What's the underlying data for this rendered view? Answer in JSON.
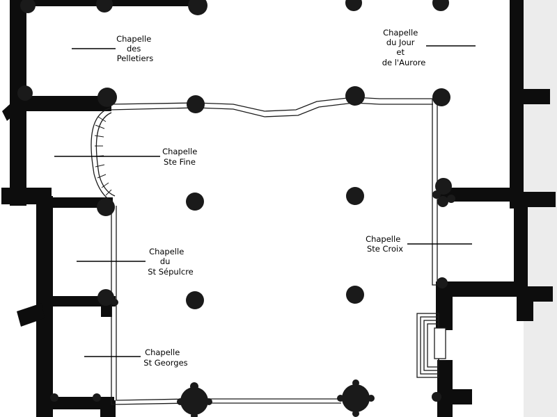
{
  "chapels": [
    {
      "id": "pelletiers",
      "lines": [
        "Chapelle",
        "des",
        "Pelletiers"
      ]
    },
    {
      "id": "jour-aurore",
      "lines": [
        "Chapelle",
        "du Jour",
        "et",
        "de l'Aurore"
      ]
    },
    {
      "id": "ste-fine",
      "lines": [
        "Chapelle",
        "Ste Fine"
      ]
    },
    {
      "id": "st-sepulcre",
      "lines": [
        "Chapelle",
        "du",
        "St Sépulcre"
      ]
    },
    {
      "id": "ste-croix",
      "lines": [
        "Chapelle",
        "Ste Croix"
      ]
    },
    {
      "id": "st-georges",
      "lines": [
        "Chapelle",
        "St Georges"
      ]
    }
  ]
}
